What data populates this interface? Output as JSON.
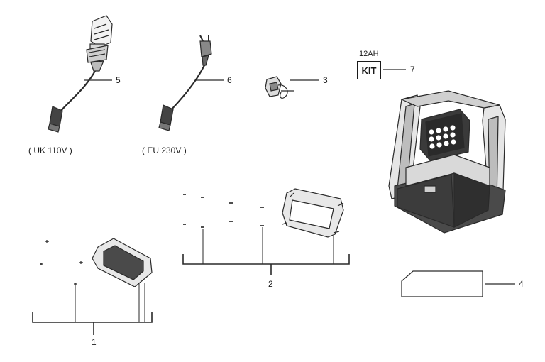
{
  "callouts": {
    "p1": "1",
    "p2": "2",
    "p3": "3",
    "p4": "4",
    "p5": "5",
    "p6": "6",
    "p7": "7"
  },
  "captions": {
    "uk": "( UK 110V )",
    "eu": "( EU 230V )"
  },
  "kit": {
    "top": "12AH",
    "label": "KIT"
  }
}
